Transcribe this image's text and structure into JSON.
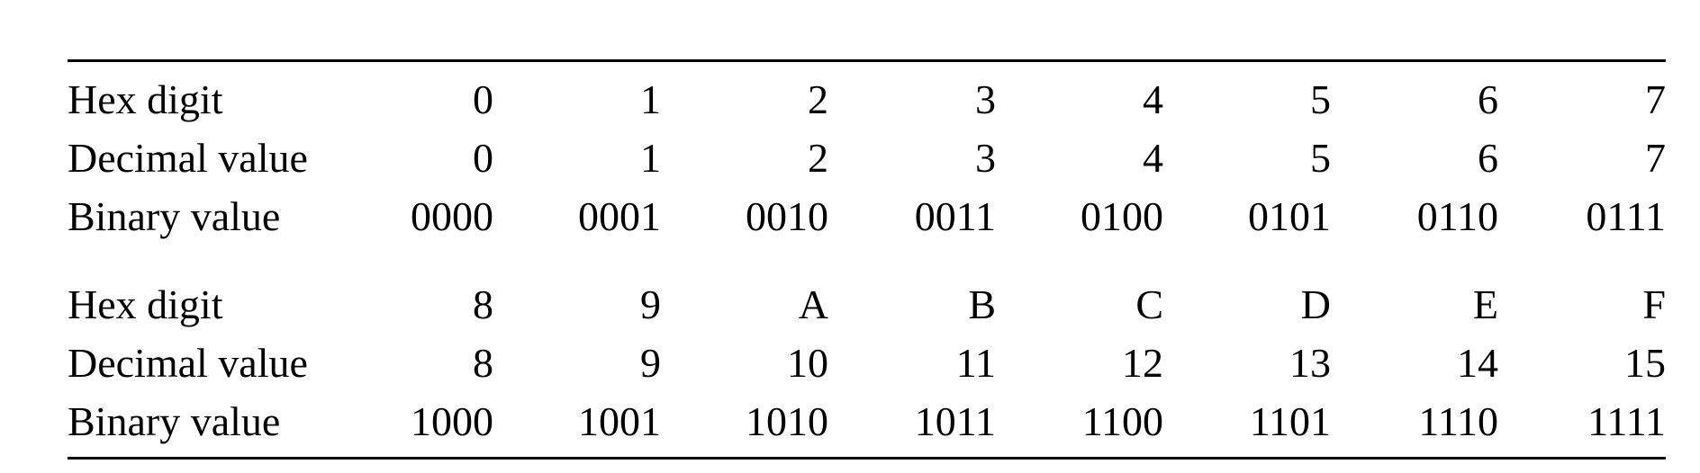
{
  "page": {
    "background": "#ffffff",
    "text_color": "#000000",
    "rule_color": "#000000"
  },
  "table": {
    "row_labels": {
      "hex": "Hex digit",
      "decimal": "Decimal value",
      "binary": "Binary value"
    },
    "blocks": [
      {
        "hex": [
          "0",
          "1",
          "2",
          "3",
          "4",
          "5",
          "6",
          "7"
        ],
        "decimal": [
          "0",
          "1",
          "2",
          "3",
          "4",
          "5",
          "6",
          "7"
        ],
        "binary": [
          "0000",
          "0001",
          "0010",
          "0011",
          "0100",
          "0101",
          "0110",
          "0111"
        ]
      },
      {
        "hex": [
          "8",
          "9",
          "A",
          "B",
          "C",
          "D",
          "E",
          "F"
        ],
        "decimal": [
          "8",
          "9",
          "10",
          "11",
          "12",
          "13",
          "14",
          "15"
        ],
        "binary": [
          "1000",
          "1001",
          "1010",
          "1011",
          "1100",
          "1101",
          "1110",
          "1111"
        ]
      }
    ]
  }
}
